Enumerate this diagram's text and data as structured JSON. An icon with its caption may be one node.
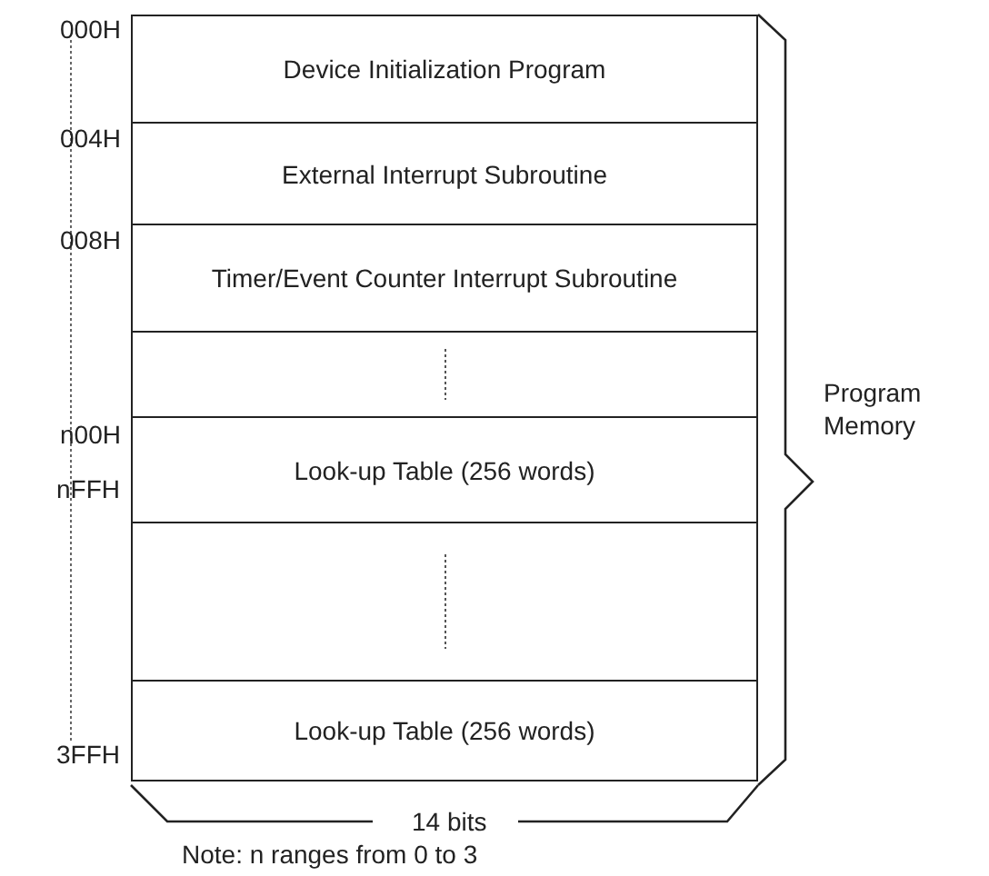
{
  "diagram": {
    "nodes": [
      {
        "text": [
          "Device Initialization Program"
        ]
      },
      {
        "text": [
          "External Interrupt Subroutine"
        ]
      },
      {
        "text": [
          "Timer/Event Counter Interrupt Subroutine"
        ]
      },
      {
        "text": [],
        "shape": "box"
      },
      {
        "text": [
          "Look-up Table (256 words)"
        ]
      },
      {
        "text": [],
        "shape": "box"
      },
      {
        "text": [
          "Look-up Table (256 words)"
        ]
      }
    ],
    "edges": [],
    "labels": [
      "000H",
      "004H",
      "008H",
      "n00H",
      "nFFH",
      "3FFH",
      "Program Memory",
      "14 bits",
      "Note: n ranges from 0 to 3"
    ]
  }
}
